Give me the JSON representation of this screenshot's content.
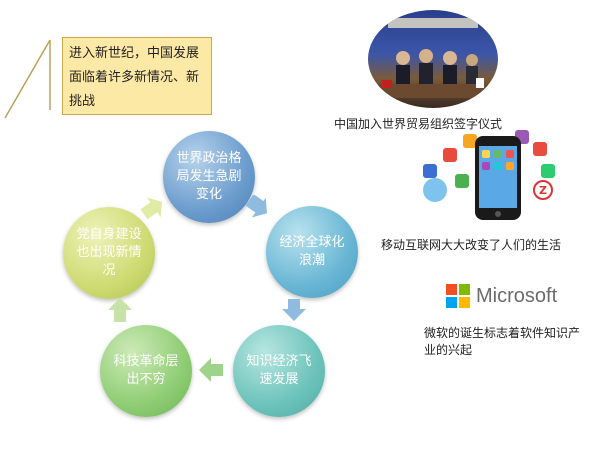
{
  "callout": {
    "text": "进入新世纪，中国发展面临着许多新情况、新挑战"
  },
  "cycle": {
    "node1": "世界政治格局发生急剧变化",
    "node2": "经济全球化浪潮",
    "node3": "知识经济飞速发展",
    "node4": "科技革命层出不穷",
    "node5": "党自身建设也出现新情况"
  },
  "captions": {
    "wto": "中国加入世界贸易组织签字仪式",
    "mobile": "移动互联网大大改变了人们的生活",
    "microsoft": "微软的诞生标志着软件知识产业的兴起"
  },
  "logo": {
    "microsoft": "Microsoft"
  },
  "colors": {
    "callout_bg": "#fde9a6",
    "arrow": "#8fbbe0",
    "arrow_green": "#9ed48a"
  }
}
